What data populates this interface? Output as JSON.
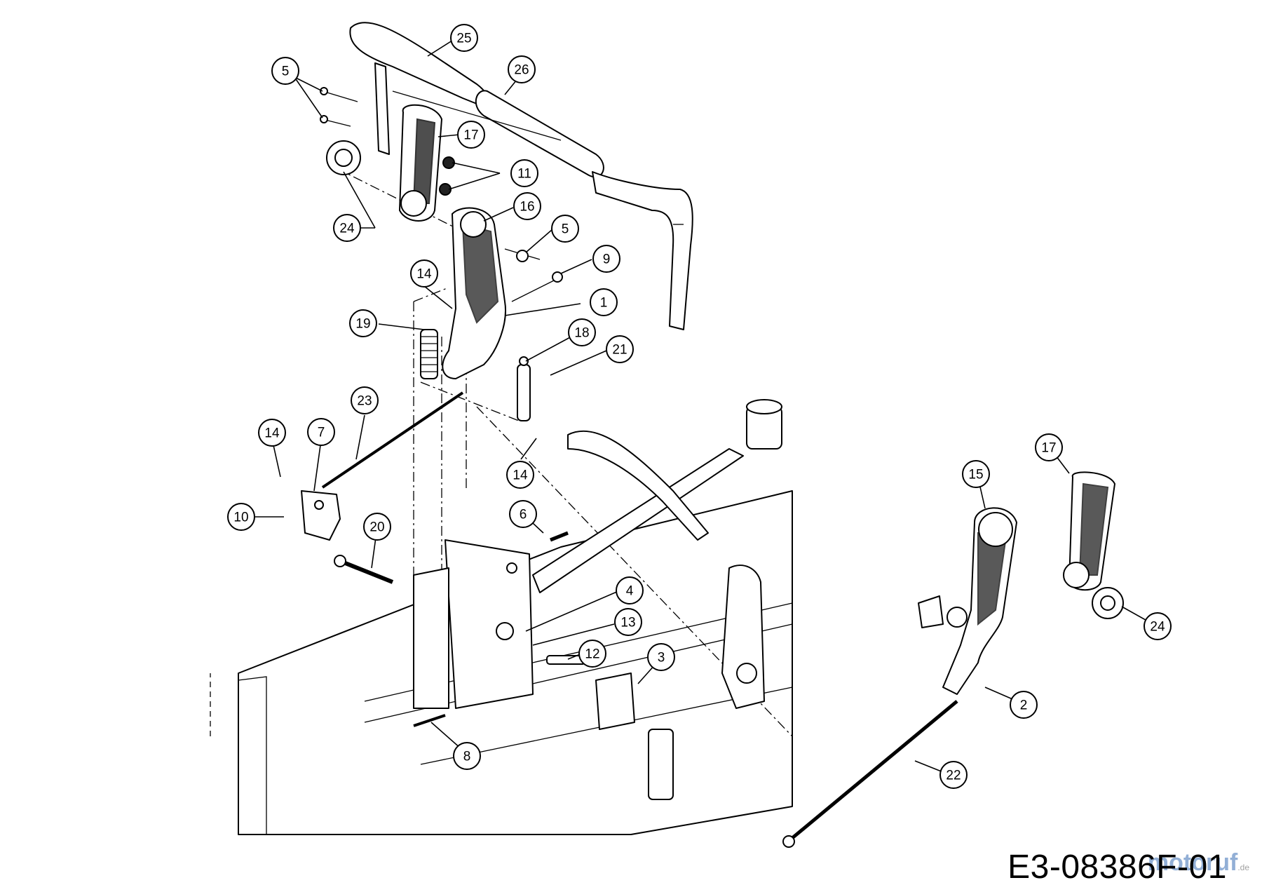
{
  "diagram": {
    "drawing_code": "E3-08386F-01",
    "watermark": {
      "main": "motoruf",
      "suffix": ".de"
    },
    "callouts": [
      {
        "id": "c25",
        "label": "25"
      },
      {
        "id": "c26",
        "label": "26"
      },
      {
        "id": "c5a",
        "label": "5"
      },
      {
        "id": "c17a",
        "label": "17"
      },
      {
        "id": "c11",
        "label": "11"
      },
      {
        "id": "c24a",
        "label": "24"
      },
      {
        "id": "c16",
        "label": "16"
      },
      {
        "id": "c5b",
        "label": "5"
      },
      {
        "id": "c9",
        "label": "9"
      },
      {
        "id": "c14a",
        "label": "14"
      },
      {
        "id": "c1",
        "label": "1"
      },
      {
        "id": "c19",
        "label": "19"
      },
      {
        "id": "c18",
        "label": "18"
      },
      {
        "id": "c21",
        "label": "21"
      },
      {
        "id": "c23",
        "label": "23"
      },
      {
        "id": "c14b",
        "label": "14"
      },
      {
        "id": "c7",
        "label": "7"
      },
      {
        "id": "c14c",
        "label": "14"
      },
      {
        "id": "c10",
        "label": "10"
      },
      {
        "id": "c20",
        "label": "20"
      },
      {
        "id": "c6",
        "label": "6"
      },
      {
        "id": "c4",
        "label": "4"
      },
      {
        "id": "c13",
        "label": "13"
      },
      {
        "id": "c12",
        "label": "12"
      },
      {
        "id": "c3",
        "label": "3"
      },
      {
        "id": "c8",
        "label": "8"
      },
      {
        "id": "c15",
        "label": "15"
      },
      {
        "id": "c17b",
        "label": "17"
      },
      {
        "id": "c24b",
        "label": "24"
      },
      {
        "id": "c2",
        "label": "2"
      },
      {
        "id": "c22",
        "label": "22"
      }
    ]
  }
}
